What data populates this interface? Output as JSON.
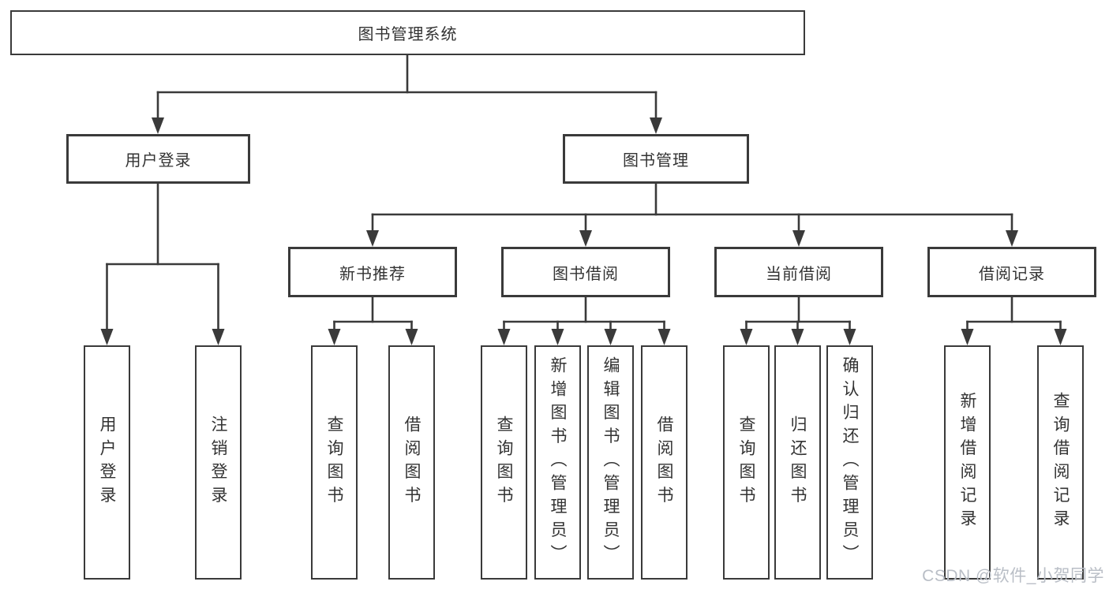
{
  "diagram": {
    "root": {
      "label": "图书管理系统",
      "children": [
        {
          "label": "用户登录",
          "children": [
            {
              "label": "用户登录"
            },
            {
              "label": "注销登录"
            }
          ]
        },
        {
          "label": "图书管理",
          "children": [
            {
              "label": "新书推荐",
              "children": [
                {
                  "label": "查询图书"
                },
                {
                  "label": "借阅图书"
                }
              ]
            },
            {
              "label": "图书借阅",
              "children": [
                {
                  "label": "查询图书"
                },
                {
                  "label": "新增图书（管理员）"
                },
                {
                  "label": "编辑图书（管理员）"
                },
                {
                  "label": "借阅图书"
                }
              ]
            },
            {
              "label": "当前借阅",
              "children": [
                {
                  "label": "查询图书"
                },
                {
                  "label": "归还图书"
                },
                {
                  "label": "确认归还（管理员）"
                }
              ]
            },
            {
              "label": "借阅记录",
              "children": [
                {
                  "label": "新增借阅记录"
                },
                {
                  "label": "查询借阅记录"
                }
              ]
            }
          ]
        }
      ]
    }
  },
  "watermark": {
    "text": "CSDN @软件_小贺同学"
  },
  "colors": {
    "line": "#3a3a3a",
    "text": "#333333",
    "watermark": "#b9bec6",
    "background": "#ffffff"
  }
}
